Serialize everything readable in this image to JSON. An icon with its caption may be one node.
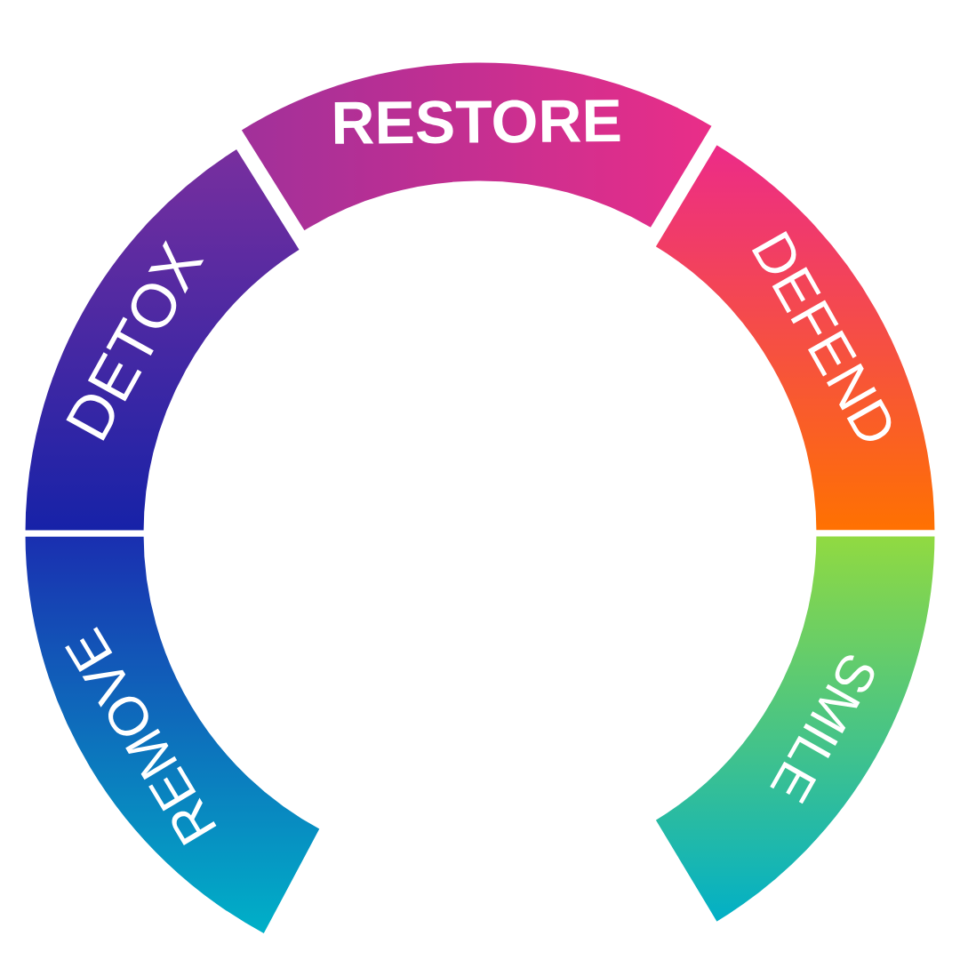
{
  "diagram": {
    "nodes": [
      {
        "text": [
          "REMOVE"
        ]
      },
      {
        "text": [
          "DETOX"
        ]
      },
      {
        "text": [
          "RESTORE"
        ]
      },
      {
        "text": [
          "DEFEND"
        ]
      },
      {
        "text": [
          "SMILE"
        ]
      }
    ]
  }
}
